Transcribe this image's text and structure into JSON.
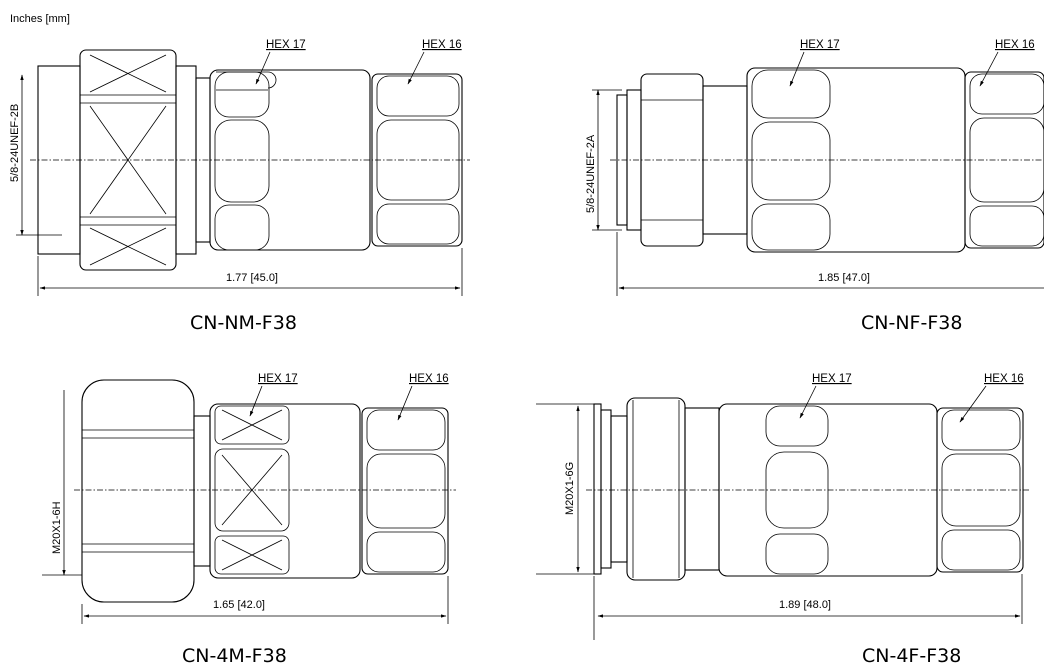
{
  "units_label": "Inches [mm]",
  "parts": [
    {
      "name": "CN-NM-F38",
      "thread": "5/8-24UNEF-2B",
      "length": "1.77 [45.0]",
      "hex_a": "HEX 17",
      "hex_b": "HEX 16"
    },
    {
      "name": "CN-NF-F38",
      "thread": "5/8-24UNEF-2A",
      "length": "1.85 [47.0]",
      "hex_a": "HEX 17",
      "hex_b": "HEX 16"
    },
    {
      "name": "CN-4M-F38",
      "thread": "M20X1-6H",
      "length": "1.65 [42.0]",
      "hex_a": "HEX 17",
      "hex_b": "HEX 16"
    },
    {
      "name": "CN-4F-F38",
      "thread": "M20X1-6G",
      "length": "1.89 [48.0]",
      "hex_a": "HEX 17",
      "hex_b": "HEX 16"
    }
  ]
}
